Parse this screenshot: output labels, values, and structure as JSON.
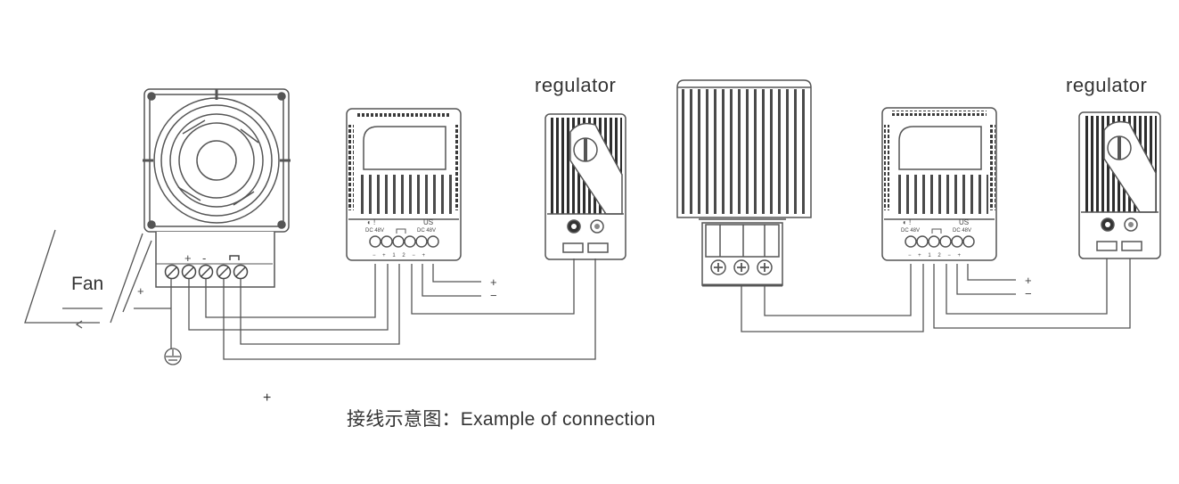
{
  "labels": {
    "regulator_left": "regulator",
    "regulator_right": "regulator",
    "fan": "Fan",
    "caption": "接线示意图：Example of connection",
    "stray_plus": "+"
  },
  "power_marks": {
    "left_plus": "+",
    "left_minus": "−",
    "right_plus": "+",
    "right_minus": "−",
    "fan_plus": "+"
  },
  "module_text": {
    "top_left": "◐ !",
    "top_right": "US",
    "dc_left": "DC 48V",
    "dc_right": "DC 48V",
    "terminals": "− + 1 2 − +"
  },
  "colors": {
    "line": "#555555",
    "device_fill": "#ffffff",
    "dark_fill": "#3a3a3a"
  }
}
